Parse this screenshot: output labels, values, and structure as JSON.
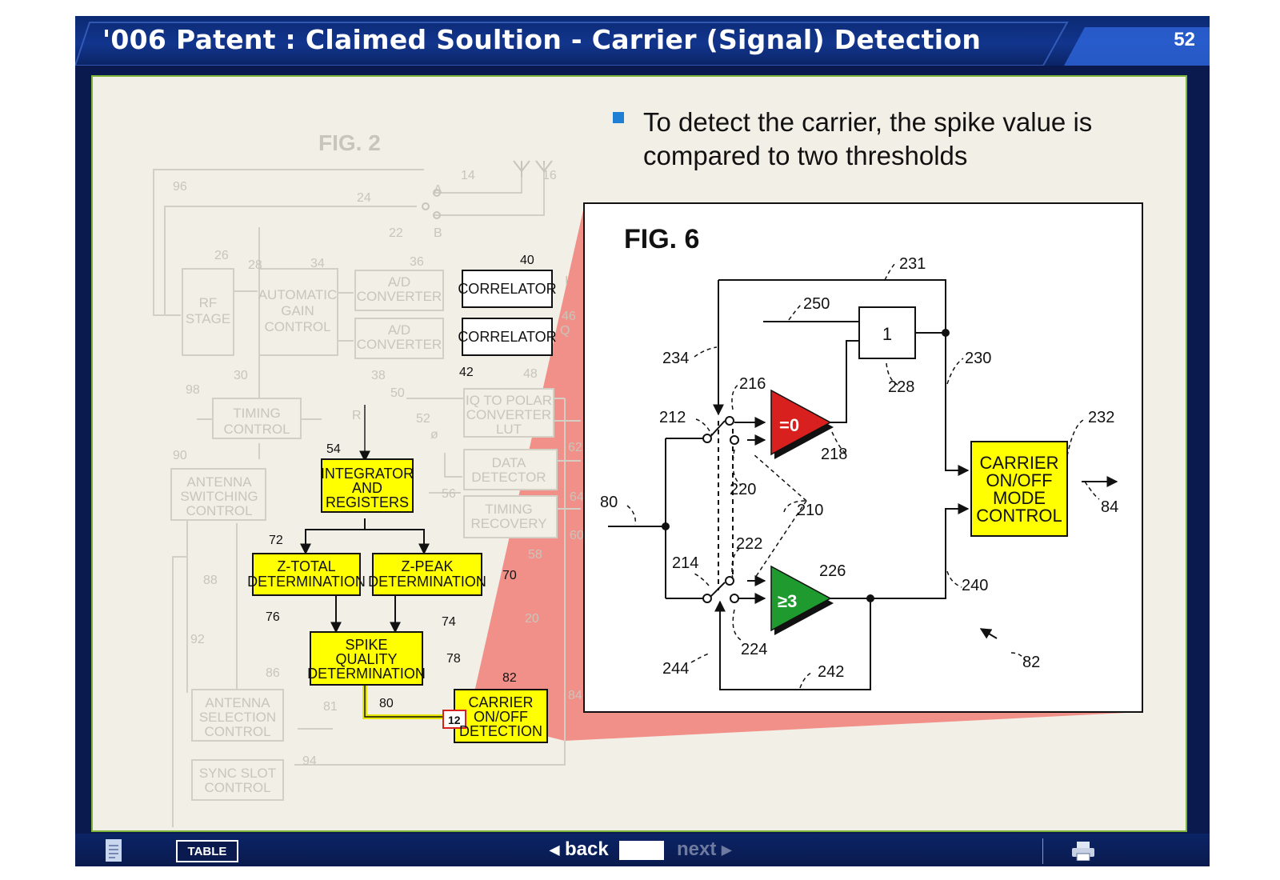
{
  "slide": {
    "title": "'006 Patent :  Claimed Soultion - Carrier (Signal) Detection",
    "page_number": "52",
    "bullet": "To detect the carrier, the spike value is compared to two thresholds"
  },
  "fig2": {
    "title": "FIG. 2",
    "blocks": {
      "rf_stage": [
        "RF",
        "STAGE"
      ],
      "agc": [
        "AUTOMATIC",
        "GAIN",
        "CONTROL"
      ],
      "ad1": [
        "A/D",
        "CONVERTER"
      ],
      "ad2": [
        "A/D",
        "CONVERTER"
      ],
      "corr1": "CORRELATOR",
      "corr2": "CORRELATOR",
      "timing_control": [
        "TIMING",
        "CONTROL"
      ],
      "iq_polar": [
        "IQ TO POLAR",
        "CONVERTER",
        "LUT"
      ],
      "antenna_switching": [
        "ANTENNA",
        "SWITCHING",
        "CONTROL"
      ],
      "integrator": [
        "INTEGRATOR",
        "AND",
        "REGISTERS"
      ],
      "data_detector": [
        "DATA",
        "DETECTOR"
      ],
      "timing_recovery": [
        "TIMING",
        "RECOVERY"
      ],
      "z_total": [
        "Z-TOTAL",
        "DETERMINATION"
      ],
      "z_peak": [
        "Z-PEAK",
        "DETERMINATION"
      ],
      "spike_quality": [
        "SPIKE",
        "QUALITY",
        "DETERMINATION"
      ],
      "carrier_detection": [
        "CARRIER",
        "ON/OFF",
        "DETECTION"
      ],
      "antenna_selection": [
        "ANTENNA",
        "SELECTION",
        "CONTROL"
      ],
      "sync_slot": [
        "SYNC SLOT",
        "CONTROL"
      ]
    },
    "refs": {
      "r96": "96",
      "r24": "24",
      "r14": "14",
      "r16": "16",
      "rA": "A",
      "rB": "B",
      "r22": "22",
      "r26": "26",
      "r28": "28",
      "r34": "34",
      "r36": "36",
      "r40": "40",
      "r46": "46",
      "rQ": "Q",
      "rI": "I",
      "r30": "30",
      "r38": "38",
      "r42": "42",
      "r48": "48",
      "r98": "98",
      "r50": "50",
      "rR": "R",
      "r52": "52",
      "rphi": "ø",
      "r90": "90",
      "r54": "54",
      "r62": "62",
      "r56": "56",
      "r64": "64",
      "r60": "60",
      "r72": "72",
      "r70": "70",
      "r58": "58",
      "r88": "88",
      "r76": "76",
      "r74": "74",
      "r20": "20",
      "r92": "92",
      "r78": "78",
      "r86": "86",
      "r82": "82",
      "r80": "80",
      "r81": "81",
      "r84": "84",
      "r12": "12",
      "r94": "94"
    }
  },
  "fig6": {
    "title": "FIG. 6",
    "one_box": "1",
    "comp_eq": "=0",
    "comp_ge": "≥3",
    "carrier_mode": [
      "CARRIER",
      "ON/OFF",
      "MODE",
      "CONTROL"
    ],
    "refs": {
      "r231": "231",
      "r250": "250",
      "r234": "234",
      "r230": "230",
      "r228": "228",
      "r216": "216",
      "r212": "212",
      "r232": "232",
      "r218": "218",
      "r220": "220",
      "r80": "80",
      "r210": "210",
      "r84": "84",
      "r222": "222",
      "r214": "214",
      "r226": "226",
      "r240": "240",
      "r224": "224",
      "r82": "82",
      "r244": "244",
      "r242": "242"
    }
  },
  "footer": {
    "table_label": "TABLE",
    "back_label": "back",
    "next_label": "next"
  },
  "colors": {
    "title_bg": "#12358d",
    "content_bg": "#f2efe6",
    "highlight_yellow": "#ffff00",
    "callout_red": "#f08a84",
    "comp_red": "#d8201e",
    "comp_green": "#1f9a2e"
  }
}
